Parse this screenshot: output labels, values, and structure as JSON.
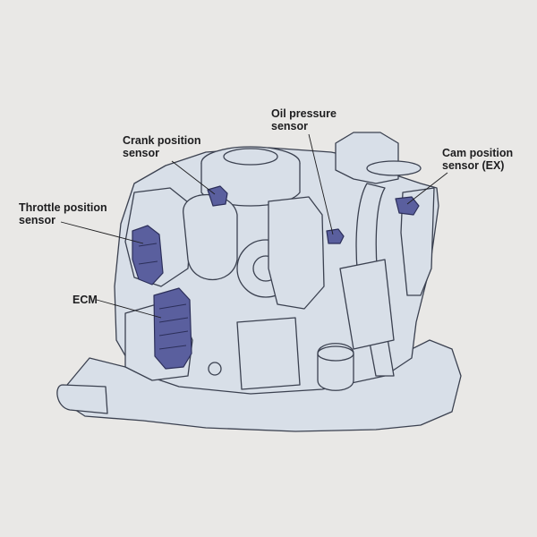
{
  "labels": {
    "oil_pressure_sensor": "Oil pressure\nsensor",
    "crank_position_sensor": "Crank position\nsensor",
    "cam_position_sensor": "Cam position\nsensor (EX)",
    "throttle_position_sensor": "Throttle position\nsensor",
    "ecm": "ECM"
  },
  "colors": {
    "background": "#e9e8e6",
    "engine_fill": "#d8dfe8",
    "engine_line": "#3b4150",
    "highlight_fill": "#5a5f9e",
    "highlight_dark": "#3c3f78",
    "leader_line": "#1d1d1f"
  }
}
